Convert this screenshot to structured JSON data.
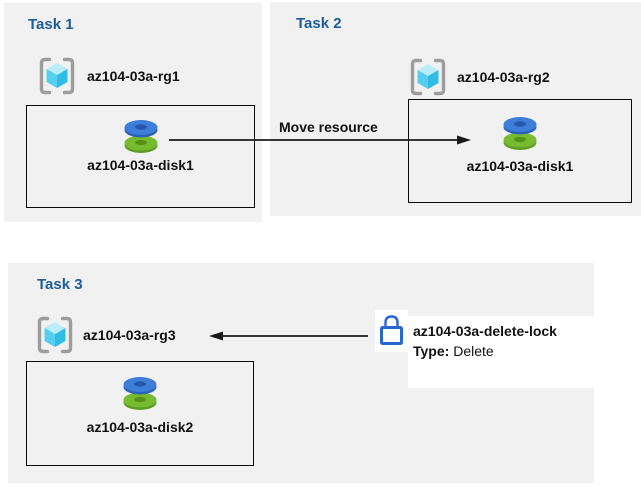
{
  "colors": {
    "panel_bg": "#f1f1f1",
    "title_blue": "#1e5c99",
    "text_black": "#1a1a1a",
    "arrow_color": "#1a1a1a",
    "bracket_gray": "#9d9d9d",
    "cube_top": "#b9edfa",
    "cube_left": "#55cef0",
    "cube_right": "#2fbce5",
    "disk_blue_face": "#3d7edb",
    "disk_blue_side": "#2b62b8",
    "disk_blue_hole": "#2757a8",
    "disk_green_face": "#77bb31",
    "disk_green_side": "#5f9c22",
    "disk_green_hole": "#559317",
    "lock_blue": "#2767d2"
  },
  "tasks": [
    {
      "title": "Task 1",
      "resource_group": "az104-03a-rg1",
      "resource": "az104-03a-disk1"
    },
    {
      "title": "Task 2",
      "resource_group": "az104-03a-rg2",
      "resource": "az104-03a-disk1"
    },
    {
      "title": "Task 3",
      "resource_group": "az104-03a-rg3",
      "resource": "az104-03a-disk2"
    }
  ],
  "move_arrow": {
    "label": "Move resource"
  },
  "delete_lock": {
    "name": "az104-03a-delete-lock",
    "type_label": "Type:",
    "type_value": "Delete"
  }
}
